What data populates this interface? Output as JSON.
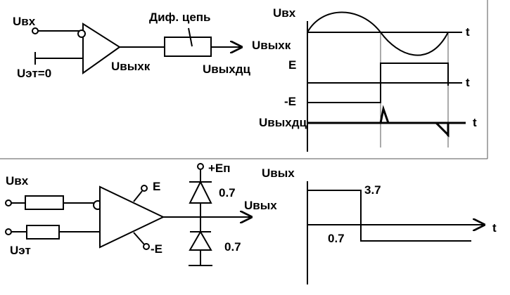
{
  "comparator_circuit": {
    "in_label": "Uвх",
    "ref_label": "Uэт=0",
    "out_label": "Uвыхк",
    "diff_circuit_label": "Диф. цепь",
    "diff_out_label": "Uвыхдц"
  },
  "comparator_timing": {
    "input_label": "Uвх",
    "time_label": "t",
    "output_label": "Uвыхк",
    "plus_level_label": "E",
    "minus_level_label": "-E",
    "diff_label": "Uвыхдц"
  },
  "limiter_circuit": {
    "in_label": "Uвх",
    "ref_label": "Uэт",
    "plus_supply_label": "E",
    "minus_supply_label": "-E",
    "rail_label": "+Еп",
    "diode_top_drop": "0.7",
    "diode_bottom_drop": "0.7",
    "out_label": "Uвых"
  },
  "limiter_plot": {
    "ylabel": "Uвых",
    "xlabel": "t",
    "high_level": "3.7",
    "low_level": "0.7"
  }
}
